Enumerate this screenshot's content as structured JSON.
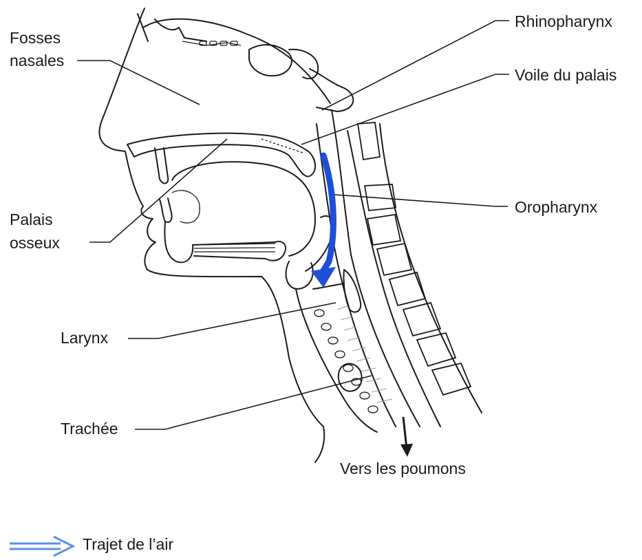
{
  "labels": {
    "fosses_line1": "Fosses",
    "fosses_line2": "nasales",
    "rhinopharynx": "Rhinopharynx",
    "voile": "Voile du palais",
    "oropharynx": "Oropharynx",
    "palais_line1": "Palais",
    "palais_line2": "osseux",
    "larynx": "Larynx",
    "trachee": "Trachée",
    "vers_poumons": "Vers les poumons"
  },
  "legend": {
    "air_path_label": "Trajet de l’air",
    "air_path_color": "#1f4fd8",
    "legend_arrow_color": "#5b8ff0"
  },
  "icons": [
    "air-flow-arrow",
    "down-arrow-icon",
    "legend-arrow-icon"
  ]
}
